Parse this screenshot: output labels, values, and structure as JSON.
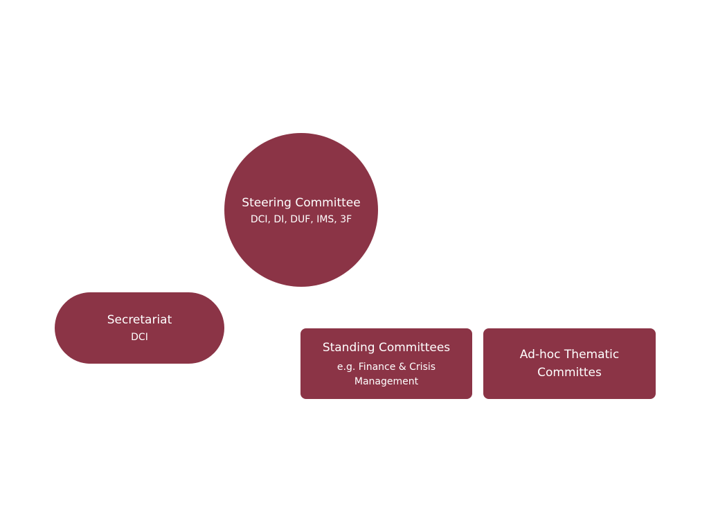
{
  "diagram": {
    "colors": {
      "node_fill": "#8b3446",
      "node_text": "#ffffff",
      "background": "#ffffff"
    },
    "nodes": {
      "steering": {
        "title": "Steering Committee",
        "subtitle": "DCI, DI, DUF, IMS, 3F"
      },
      "secretariat": {
        "title": "Secretariat",
        "subtitle": "DCI"
      },
      "standing": {
        "title": "Standing Committees",
        "subtitle": "e.g. Finance & Crisis Management"
      },
      "adhoc": {
        "title": "Ad-hoc Thematic Committes"
      }
    }
  }
}
